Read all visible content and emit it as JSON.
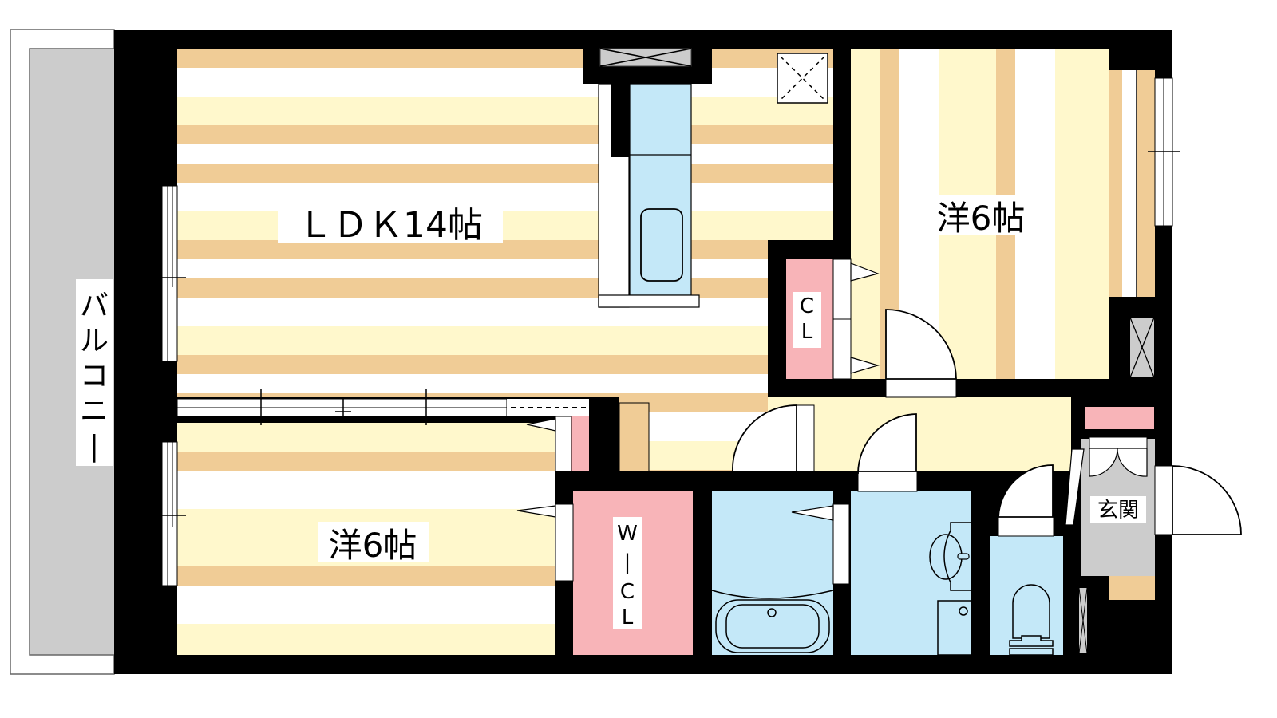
{
  "floorplan": {
    "colors": {
      "wall": "#000000",
      "floor_stripe_light": "#FFF8CC",
      "floor_stripe_white": "#FFFFFF",
      "floor_stripe_tan": "#F0CC96",
      "wet_area": "#C4E8F8",
      "storage": "#F8B4B8",
      "balcony": "#CCCCCC",
      "hallway": "#FFF8CC",
      "entrance": "#CCCCCC"
    },
    "rooms": {
      "ldk": {
        "label": "ＬＤＫ14帖",
        "type": "LDK",
        "size_jo": 14
      },
      "western_room_1": {
        "label": "洋6帖",
        "type": "Western-style room",
        "size_jo": 6
      },
      "western_room_2": {
        "label": "洋6帖",
        "type": "Western-style room",
        "size_jo": 6
      },
      "closet": {
        "label_line1": "C",
        "label_line2": "L"
      },
      "walk_in_closet": {
        "label_w": "W",
        "label_i": "I",
        "label_c": "C",
        "label_l": "L"
      },
      "entrance": {
        "label": "玄関"
      },
      "balcony": {
        "label": "バルコニー"
      }
    }
  }
}
